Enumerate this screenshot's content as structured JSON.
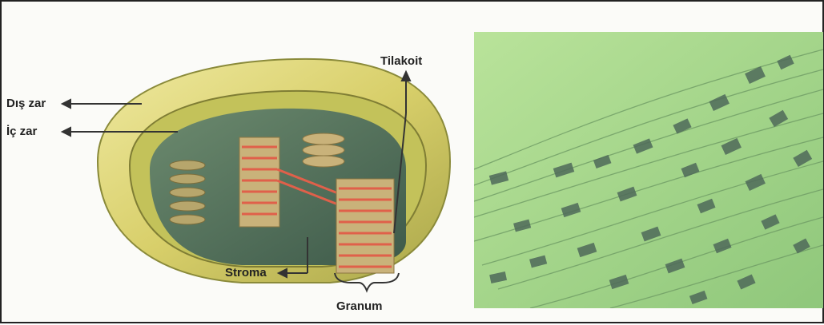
{
  "labels": {
    "outer_membrane": "Dış zar",
    "inner_membrane": "İç zar",
    "thylakoid": "Tilakoit",
    "stroma": "Stroma",
    "granum": "Granum"
  },
  "colors": {
    "outer_membrane": "#d8cf6a",
    "inner_membrane": "#c3c25a",
    "stroma": "#4d6f5c",
    "grana_disc": "#c9b27a",
    "thylakoid_lines": "#e0604a",
    "micrograph_bg": "#a6d68c",
    "micrograph_grana": "#4f6a5a"
  }
}
